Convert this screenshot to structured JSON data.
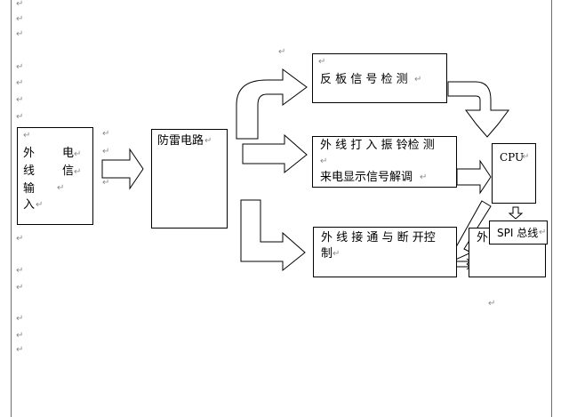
{
  "paragraph_mark": "↵",
  "blocks": {
    "input": {
      "chars": [
        "外",
        "电",
        "线",
        "信",
        "输",
        "入"
      ]
    },
    "lightning": {
      "label": "防雷电路"
    },
    "reverse_detect": {
      "label": "反 板 信 号 检 测"
    },
    "ring_detect": {
      "line1": "外 线 打 入 振 铃检 测",
      "line2": "来电显示信号解调"
    },
    "line_control": {
      "line1": "外 线 接 通 与 断 开控",
      "line2": "制"
    },
    "cpu": {
      "label": "CPU"
    },
    "spi": {
      "label": "SPI 总线"
    },
    "lower_box": {
      "label": "外"
    }
  }
}
